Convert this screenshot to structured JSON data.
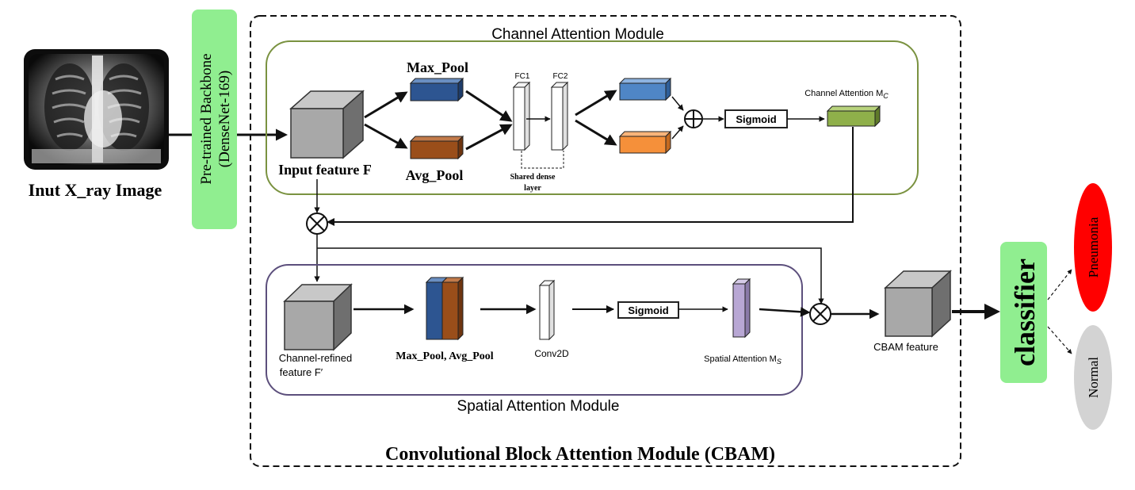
{
  "input": {
    "caption": "Inut X_ray Image"
  },
  "backbone": {
    "label_line1": "Pre-trained Backbone",
    "label_line2": "(DenseNet-169)"
  },
  "cbam": {
    "title": "Convolutional Block Attention Module (CBAM)"
  },
  "channel_module": {
    "title": "Channel Attention Module",
    "input_label": "Input feature F",
    "max_pool": "Max_Pool",
    "avg_pool": "Avg_Pool",
    "fc1": "FC1",
    "fc2": "FC2",
    "shared_line1": "Shared dense",
    "shared_line2": "layer",
    "sigmoid": "Sigmoid",
    "output_label": "Channel Attention M",
    "output_sub": "C"
  },
  "spatial_module": {
    "title": "Spatial Attention Module",
    "input_line1": "Channel-refined",
    "input_line2": "feature F′",
    "pool_label": "Max_Pool, Avg_Pool",
    "conv": "Conv2D",
    "sigmoid": "Sigmoid",
    "output_label": "Spatial Attention M",
    "output_sub": "S"
  },
  "output": {
    "cbam_feature": "CBAM feature"
  },
  "classifier": {
    "label": "classifier",
    "classes": [
      "Pneumonia",
      "Normal"
    ]
  },
  "colors": {
    "backbone_fill": "#90ee90",
    "classifier_fill": "#90ee90",
    "channel_border": "#7a9240",
    "spatial_border": "#5c4f7c",
    "max_pool": "#2d5591",
    "avg_pool": "#9a4e1a",
    "fc_out_top": "#4f86c6",
    "fc_out_bottom": "#f5903a",
    "channel_attention": "#8fb04a",
    "spatial_attention": "#b8a7d4",
    "cube": "#a8a8a8",
    "pneumonia": "#ff0000",
    "normal": "#d3d3d3"
  }
}
